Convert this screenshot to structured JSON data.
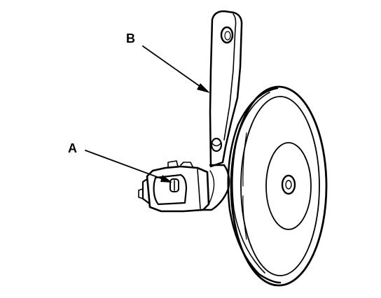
{
  "colors": {
    "ink": "#000000",
    "paper": "#ffffff"
  },
  "callouts": [
    {
      "id": "a",
      "label": "A",
      "target": "connector-terminal"
    },
    {
      "id": "b",
      "label": "B",
      "target": "mounting-bracket"
    }
  ]
}
